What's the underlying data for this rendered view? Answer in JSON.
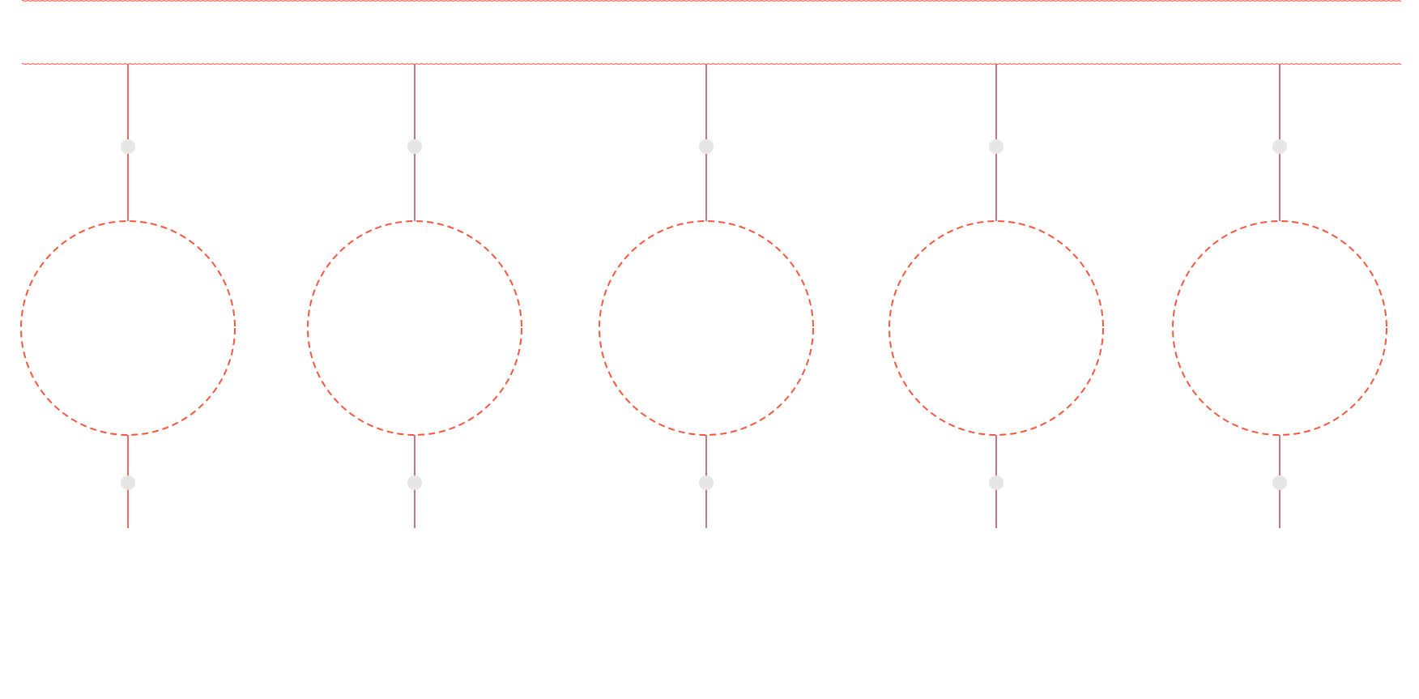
{
  "diagram": {
    "node_count": 5,
    "colors": {
      "rail": "#f26b54",
      "stem_first": "#e8463f",
      "stem": "#b5556a",
      "node_ring": "#f5573f",
      "connector_dot": "#e6e6e6",
      "background": "#ffffff"
    },
    "ring_style": "dashed",
    "rail_style": "wavy"
  }
}
